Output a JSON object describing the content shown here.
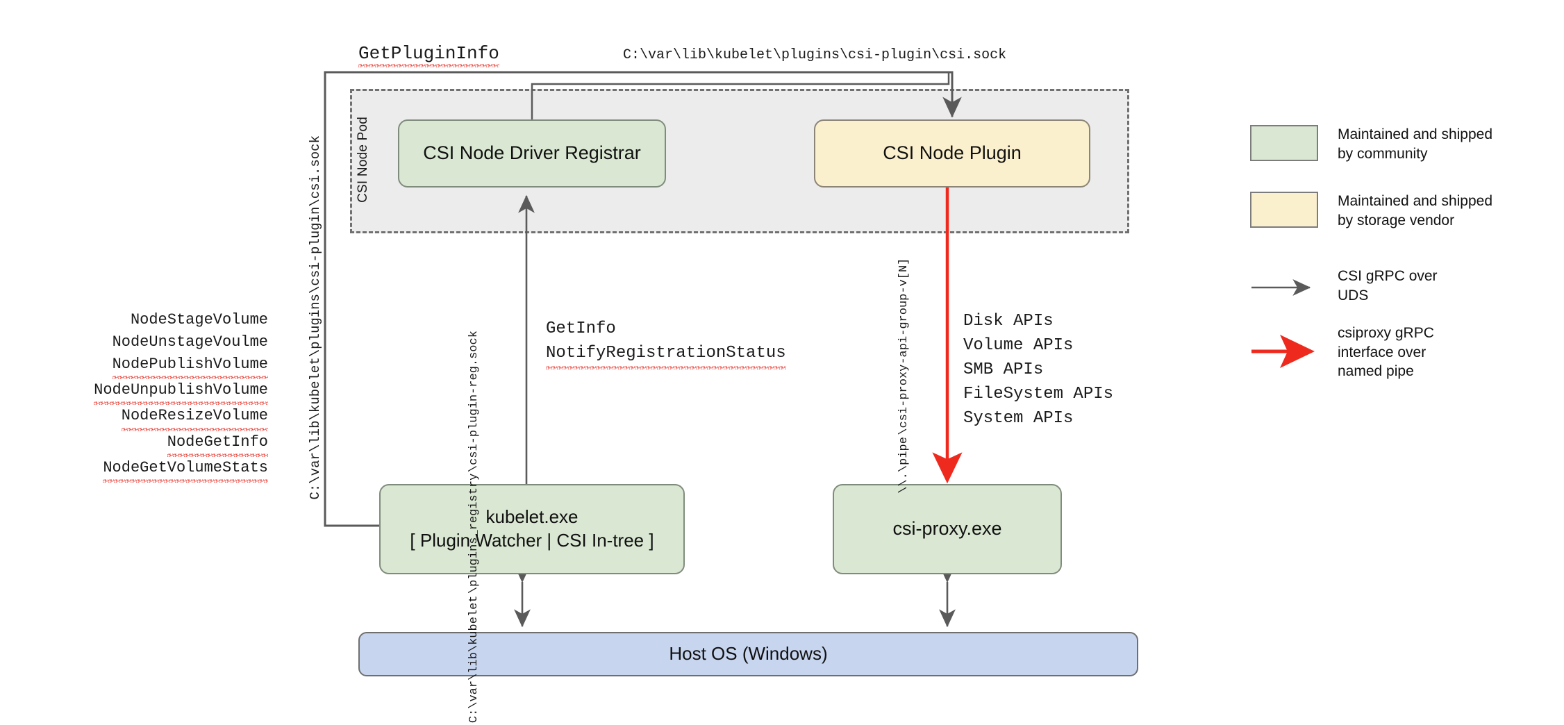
{
  "diagram": {
    "title_hidden": "",
    "pod": {
      "label": "CSI Node Pod"
    },
    "nodes": {
      "registrar": {
        "label": "CSI Node Driver Registrar",
        "fill": "#dae8d3"
      },
      "plugin": {
        "label": "CSI Node Plugin",
        "fill": "#fbf0cd"
      },
      "kubelet": {
        "line1": "kubelet.exe",
        "line2": "[ Plugin Watcher | CSI In-tree ]",
        "fill": "#dae8d3"
      },
      "csiproxy": {
        "label": "csi-proxy.exe",
        "fill": "#dae8d3"
      },
      "hostos": {
        "label": "Host OS (Windows)",
        "fill": "#c7d5ef"
      }
    },
    "annotations": {
      "get_plugin_info": "GetPluginInfo",
      "csi_sock_path_top": "C:\\var\\lib\\kubelet\\plugins\\csi-plugin\\csi.sock",
      "left_vertical_path": "C:\\var\\lib\\kubelet\\plugins\\csi-plugin\\csi.sock",
      "registry_path_lines": [
        "C:\\var\\lib\\kubelet",
        "\\plugins_registry",
        "\\csi-plugin-reg.sock"
      ],
      "named_pipe_lines": [
        "\\\\.\\pipe",
        "\\csi-proxy-api-group-v[N]"
      ],
      "kubelet_calls": [
        "GetInfo",
        "NotifyRegistrationStatus"
      ],
      "kubelet_calls_misspelled": [
        false,
        true
      ]
    },
    "node_service_apis": [
      "NodeStageVolume",
      "NodeUnstageVoulme",
      "NodePublishVolume",
      "NodeUnpublishVolume",
      "NodeResizeVolume",
      "NodeGetInfo",
      "NodeGetVolumeStats"
    ],
    "node_service_apis_misspelled": [
      false,
      false,
      true,
      true,
      true,
      true,
      true
    ],
    "csi_proxy_api_groups": [
      "Disk APIs",
      "Volume APIs",
      "SMB APIs",
      "FileSystem APIs",
      "System APIs"
    ],
    "legend": {
      "items": [
        {
          "kind": "swatch",
          "color": "#dae8d3",
          "text": "Maintained and shipped\nby community"
        },
        {
          "kind": "swatch",
          "color": "#fbf0cd",
          "text": "Maintained and shipped\nby storage vendor"
        },
        {
          "kind": "arrow",
          "color": "#5a5a5a",
          "text": "CSI gRPC over\nUDS"
        },
        {
          "kind": "arrow",
          "color": "#ee2a1e",
          "text": "csiproxy gRPC\ninterface over\nnamed pipe"
        }
      ]
    },
    "colors": {
      "community_green": "#dae8d3",
      "vendor_yellow": "#fbf0cd",
      "host_blue": "#c7d5ef",
      "pod_grey": "#ececec",
      "arrow_grey": "#5a5a5a",
      "arrow_red": "#ee2a1e",
      "spellcheck_red": "#e8453c"
    }
  }
}
